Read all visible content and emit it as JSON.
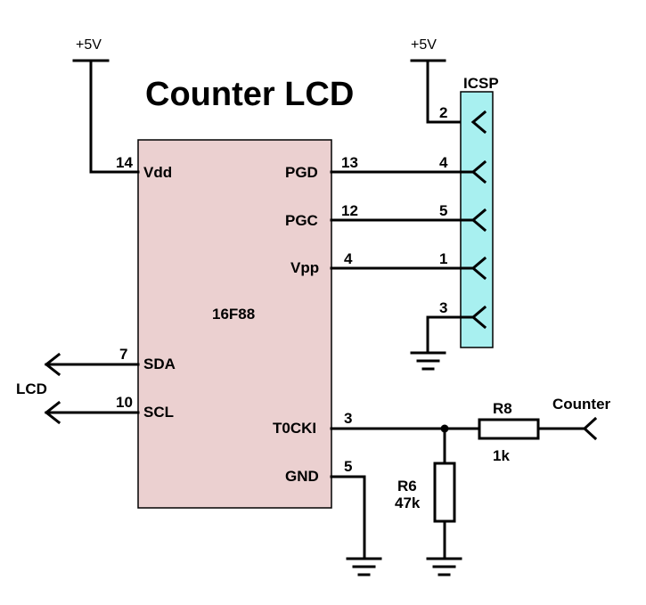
{
  "title": "Counter LCD",
  "supply_left": "+5V",
  "supply_right": "+5V",
  "ic": {
    "part": "16F88",
    "pins": {
      "vdd": {
        "name": "Vdd",
        "num": "14"
      },
      "pgd": {
        "name": "PGD",
        "num": "13"
      },
      "pgc": {
        "name": "PGC",
        "num": "12"
      },
      "vpp": {
        "name": "Vpp",
        "num": "4"
      },
      "sda": {
        "name": "SDA",
        "num": "7"
      },
      "scl": {
        "name": "SCL",
        "num": "10"
      },
      "t0cki": {
        "name": "T0CKI",
        "num": "3"
      },
      "gnd": {
        "name": "GND",
        "num": "5"
      }
    }
  },
  "icsp": {
    "label": "ICSP",
    "pins": [
      "2",
      "4",
      "5",
      "1",
      "3"
    ]
  },
  "lcd_label": "LCD",
  "r8": {
    "name": "R8",
    "value": "1k"
  },
  "r6": {
    "name": "R6",
    "value": "47k"
  },
  "counter_label": "Counter",
  "colors": {
    "ic_fill": "#ebd0d0",
    "icsp_fill": "#a8f0f0",
    "wire": "#000000"
  }
}
